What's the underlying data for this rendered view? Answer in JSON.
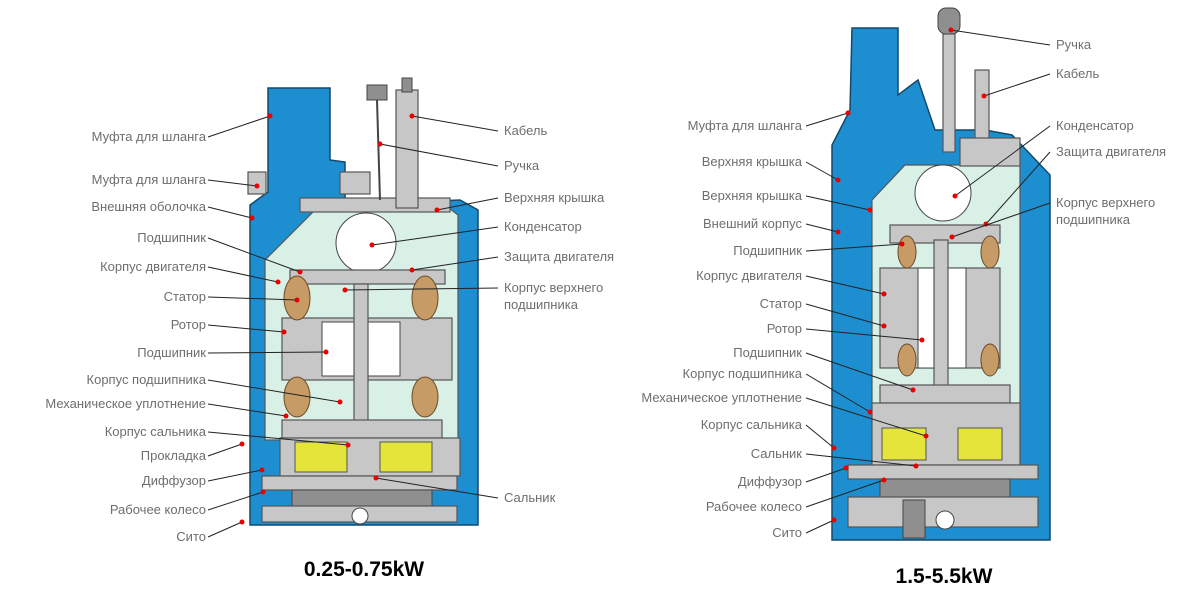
{
  "left_pump": {
    "caption": "0.25-0.75kW",
    "labels_left": [
      "Муфта для шланга",
      "Муфта для шланга",
      "Внешняя оболочка",
      "Подшипник",
      "Корпус двигателя",
      "Статор",
      "Ротор",
      "Подшипник",
      "Корпус подшипника",
      "Механическое уплотнение",
      "Корпус сальника",
      "Прокладка",
      "Диффузор",
      "Рабочее колесо",
      "Сито"
    ],
    "labels_right": [
      "Кабель",
      "Ручка",
      "Верхняя крышка",
      "Конденсатор",
      "Защита двигателя",
      "Корпус верхнего",
      "подшипника",
      "Сальник"
    ]
  },
  "right_pump": {
    "caption": "1.5-5.5kW",
    "labels_left": [
      "Муфта для шланга",
      "Верхняя крышка",
      "Верхняя крышка",
      "Внешний корпус",
      "Подшипник",
      "Корпус двигателя",
      "Статор",
      "Ротор",
      "Подшипник",
      "Корпус подшипника",
      "Механическое уплотнение",
      "Корпус сальника",
      "Сальник",
      "Диффузор",
      "Рабочее колесо",
      "Сито"
    ],
    "labels_right": [
      "Ручка",
      "Кабель",
      "Конденсатор",
      "Защита двигателя",
      "Корпус верхнего",
      "подшипника"
    ]
  },
  "colors": {
    "casing": "#1d8fd0",
    "motor_chamber": "#d8f0e6",
    "oil": "#e4e43a",
    "pointer_dot": "#e60000",
    "label_text": "#6e6e6e"
  }
}
